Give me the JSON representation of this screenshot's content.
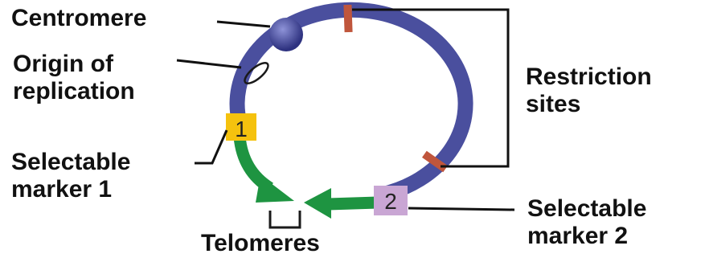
{
  "labels": {
    "centromere": "Centromere",
    "origin_line1": "Origin of",
    "origin_line2": "replication",
    "restriction_line1": "Restriction",
    "restriction_line2": "sites",
    "marker1_line1": "Selectable",
    "marker1_line2": "marker 1",
    "marker2_line1": "Selectable",
    "marker2_line2": "marker 2",
    "telomeres": "Telomeres"
  },
  "marker_tags": {
    "marker1": "1",
    "marker2": "2"
  },
  "colors": {
    "chromosome_ring": "#4a4f9e",
    "centromere_bead": "#3a3f8e",
    "restriction_site": "#c0563c",
    "marker1_box": "#f5c20e",
    "marker2_box": "#c9a6d4",
    "arrow": "#1e9441",
    "leader_line": "#111111"
  }
}
